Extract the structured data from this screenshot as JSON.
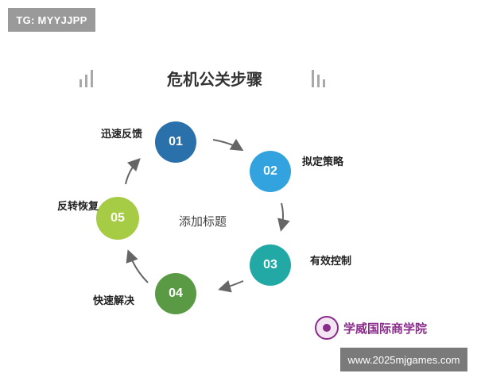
{
  "tag": "TG: MYYJJPP",
  "title": "危机公关步骤",
  "center_label": "添加标题",
  "steps": [
    {
      "num": "01",
      "label": "迅速反馈",
      "color": "#2a70aa"
    },
    {
      "num": "02",
      "label": "拟定策略",
      "color": "#33a3df"
    },
    {
      "num": "03",
      "label": "有效控制",
      "color": "#22a8a5"
    },
    {
      "num": "04",
      "label": "快速解决",
      "color": "#5a9a44"
    },
    {
      "num": "05",
      "label": "反转恢复",
      "color": "#a6cb45"
    }
  ],
  "school": {
    "name": "学威国际商学院"
  },
  "watermark": "www.2025mjgames.com"
}
